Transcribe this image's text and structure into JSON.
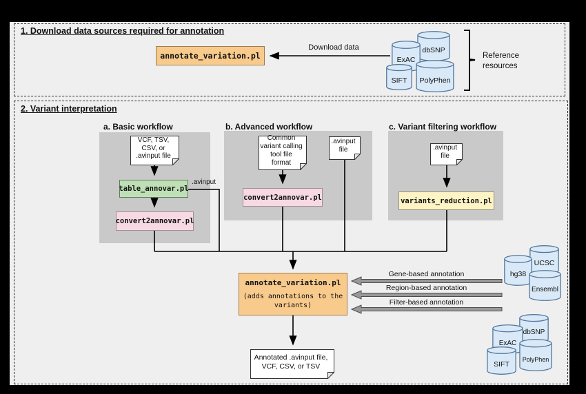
{
  "colors": {
    "background": "#efefef",
    "panel_gray": "#c9c9c9",
    "box_green": "#bfe0b6",
    "box_pink": "#f6d9e2",
    "box_yellow": "#fdf3c5",
    "box_orange": "#f8ca8c",
    "cylinder_blue": "#d9e9f7",
    "cylinder_stroke": "#54779c",
    "block_arrow_gray": "#999999"
  },
  "section1": {
    "title": "1. Download data sources required for annotation",
    "tool_box": "annotate_variation.pl",
    "download_label": "Download data",
    "databases": [
      "dbSNP",
      "ExAC",
      "PolyPhen",
      "SIFT"
    ],
    "bracket_label": "Reference\nresources"
  },
  "section2": {
    "title": "2. Variant interpretation",
    "workflow_a": {
      "title": "a. Basic workflow",
      "input_doc": "VCF, TSV,\nCSV, or\n.avinput file",
      "tool1": "table_annovar.pl",
      "branch_label": ".avinput",
      "tool2": "convert2annovar.pl"
    },
    "workflow_b": {
      "title": "b. Advanced workflow",
      "input_doc": "Common\nvariant calling\ntool file\nformat",
      "tool": "convert2annovar.pl",
      "avinput_doc": ".avinput\nfile"
    },
    "workflow_c": {
      "title": "c. Variant filtering workflow",
      "input_doc": ".avinput\nfile",
      "tool": "variants_reduction.pl"
    },
    "main_tool": {
      "name": "annotate_variation.pl",
      "subtitle": "(adds annotations to the\nvariants)"
    },
    "annotations": [
      "Gene-based annotation",
      "Region-based annotation",
      "Filter-based annotation"
    ],
    "gene_databases": [
      "UCSC",
      "hg38",
      "Ensembl"
    ],
    "filter_databases": [
      "dbSNP",
      "ExAC",
      "PolyPhen",
      "SIFT"
    ],
    "output_doc": "Annotated .avinput file,\nVCF, CSV, or TSV"
  }
}
